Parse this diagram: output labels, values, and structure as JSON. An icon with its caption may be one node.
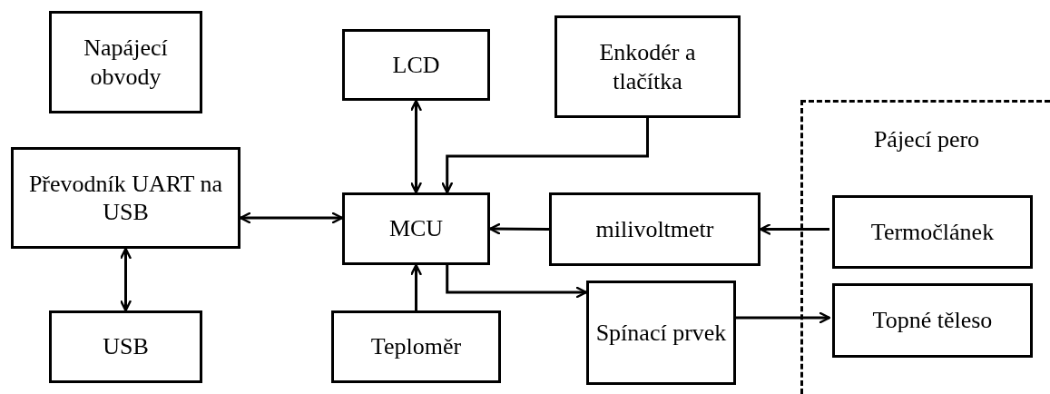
{
  "diagram": {
    "nodes": [
      {
        "text": [
          "Napájecí obvody"
        ]
      },
      {
        "text": [
          "LCD"
        ]
      },
      {
        "text": [
          "Enkodér a tlačítka"
        ]
      },
      {
        "text": [
          "Převodník UART na USB"
        ]
      },
      {
        "text": [
          "MCU"
        ]
      },
      {
        "text": [
          "milivoltmetr"
        ]
      },
      {
        "text": [
          "Pájecí pero"
        ]
      },
      {
        "text": [
          "Termočlánek"
        ],
        "in": 6
      },
      {
        "text": [
          "USB"
        ]
      },
      {
        "text": [
          "Teploměr"
        ]
      },
      {
        "text": [
          "Spínací prvek"
        ]
      },
      {
        "text": [
          "Topné těleso"
        ],
        "in": 6
      }
    ],
    "edges": [
      {
        "from": 3,
        "to": 4,
        "arrow": "both"
      },
      {
        "from": 1,
        "to": 4,
        "arrow": "both"
      },
      {
        "from": 2,
        "to": 4,
        "arrow": "to"
      },
      {
        "from": 5,
        "to": 4,
        "arrow": "to"
      },
      {
        "from": 7,
        "to": 5,
        "arrow": "to"
      },
      {
        "from": 3,
        "to": 8,
        "arrow": "both"
      },
      {
        "from": 9,
        "to": 4,
        "arrow": "to"
      },
      {
        "from": 4,
        "to": 10,
        "arrow": "to"
      },
      {
        "from": 10,
        "to": 11,
        "arrow": "to"
      }
    ]
  }
}
